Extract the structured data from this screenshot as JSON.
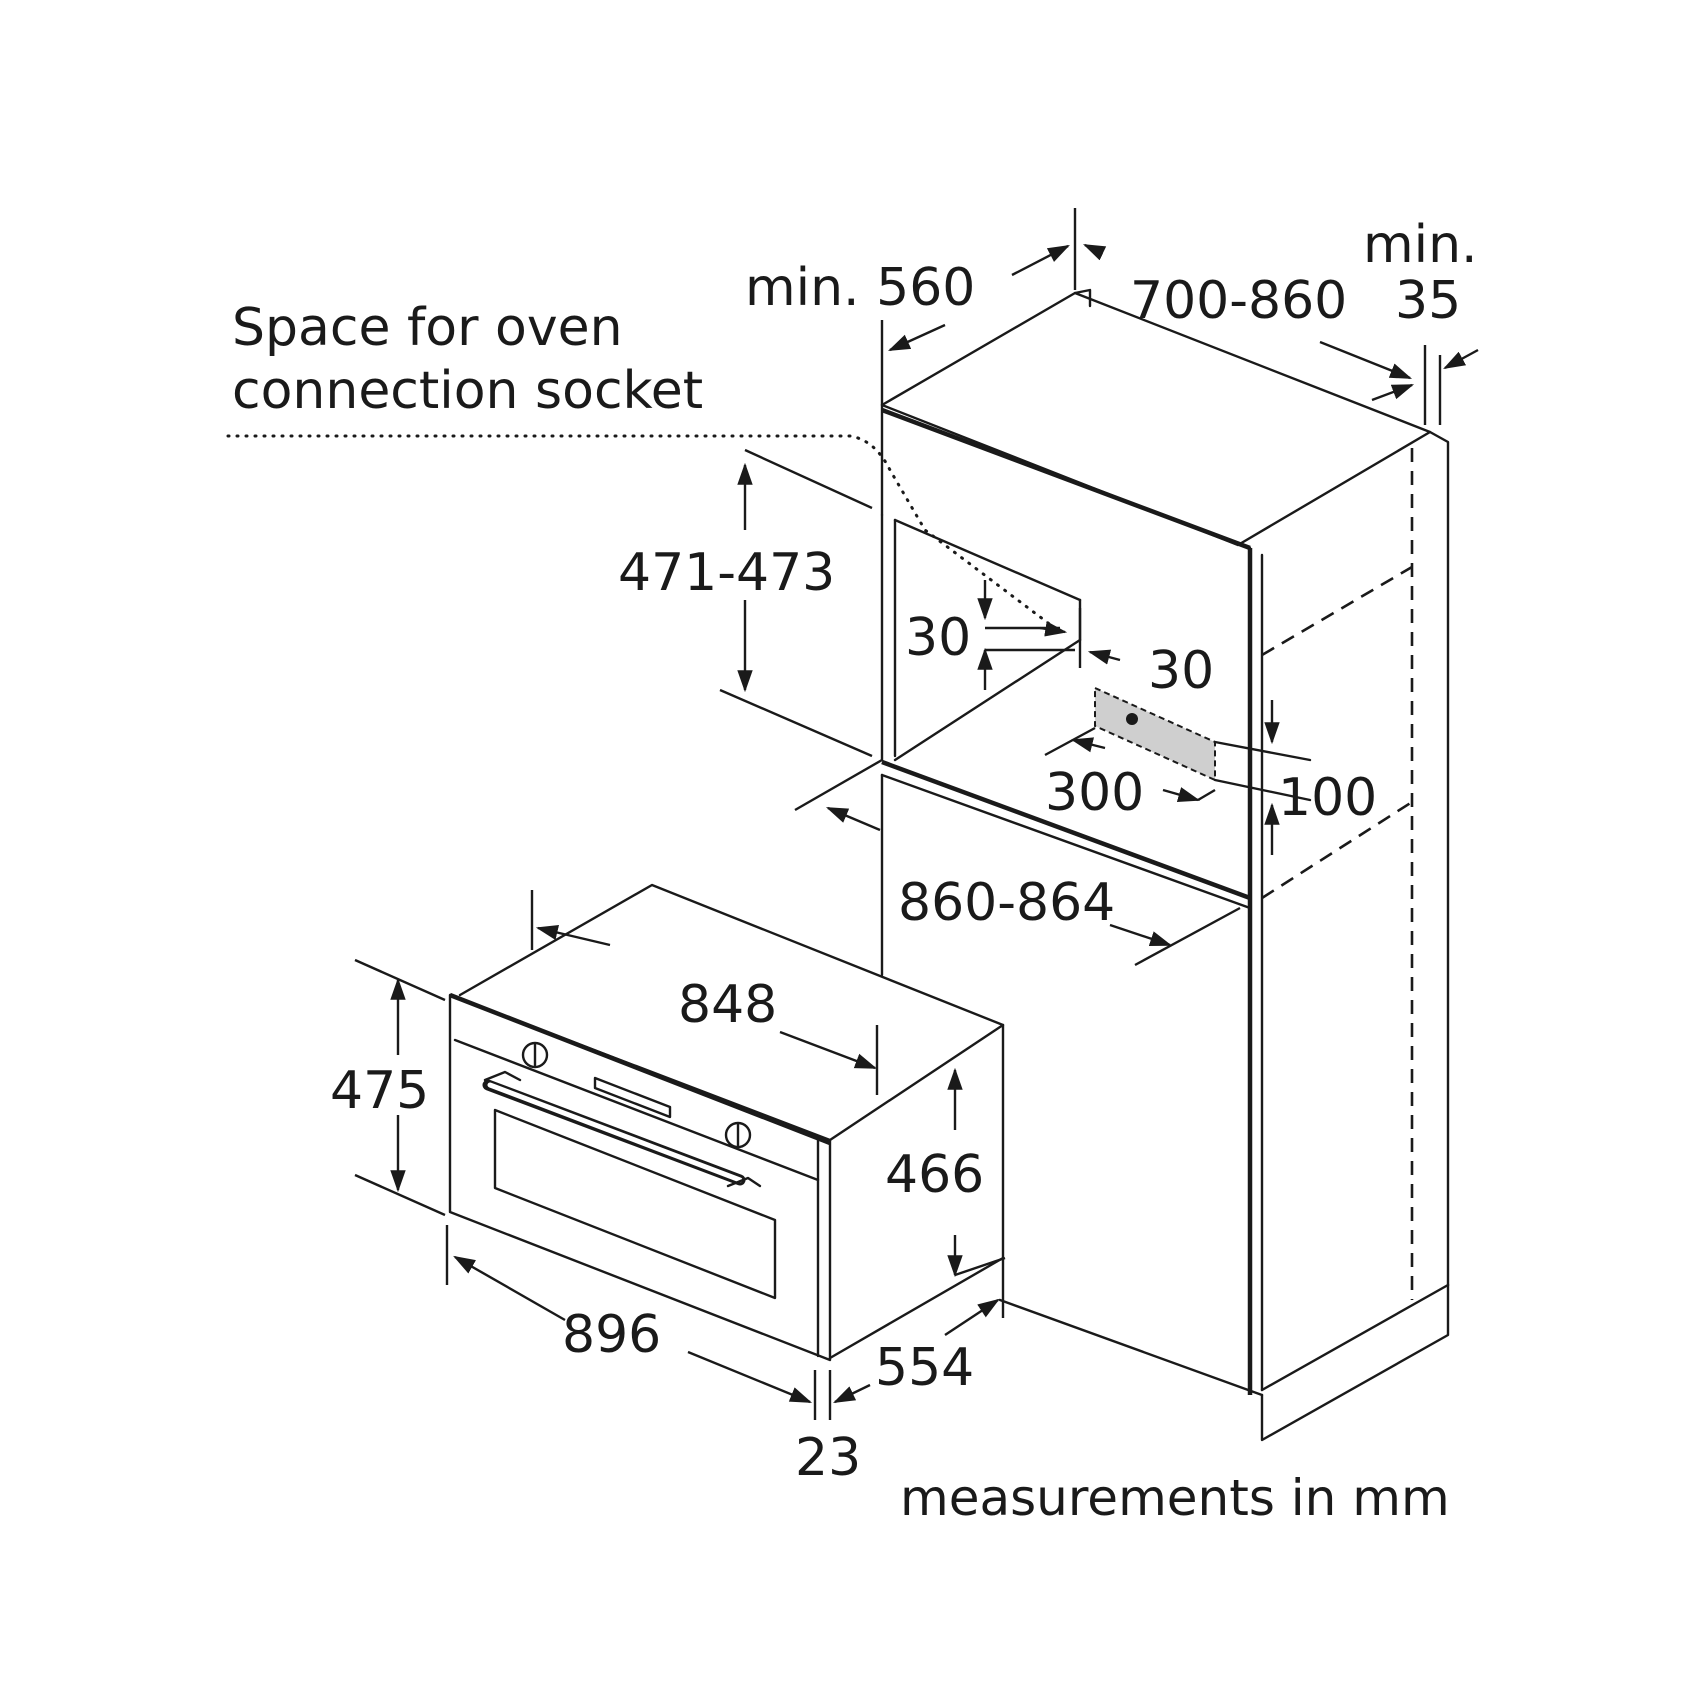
{
  "labels": {
    "socket_line1": "Space for oven",
    "socket_line2": "connection socket",
    "depth_min": "min. 560",
    "height_range": "700-860",
    "gap_min_top": "min.",
    "gap_min_val": "35",
    "niche_height": "471-473",
    "offset_vertical": "30",
    "offset_horizontal": "30",
    "socket_width": "300",
    "socket_height": "100",
    "niche_width": "860-864",
    "oven_body_width": "848",
    "oven_front_height": "475",
    "oven_body_height": "466",
    "oven_front_width": "896",
    "oven_depth": "554",
    "front_thickness": "23",
    "units_note": "measurements in mm"
  }
}
